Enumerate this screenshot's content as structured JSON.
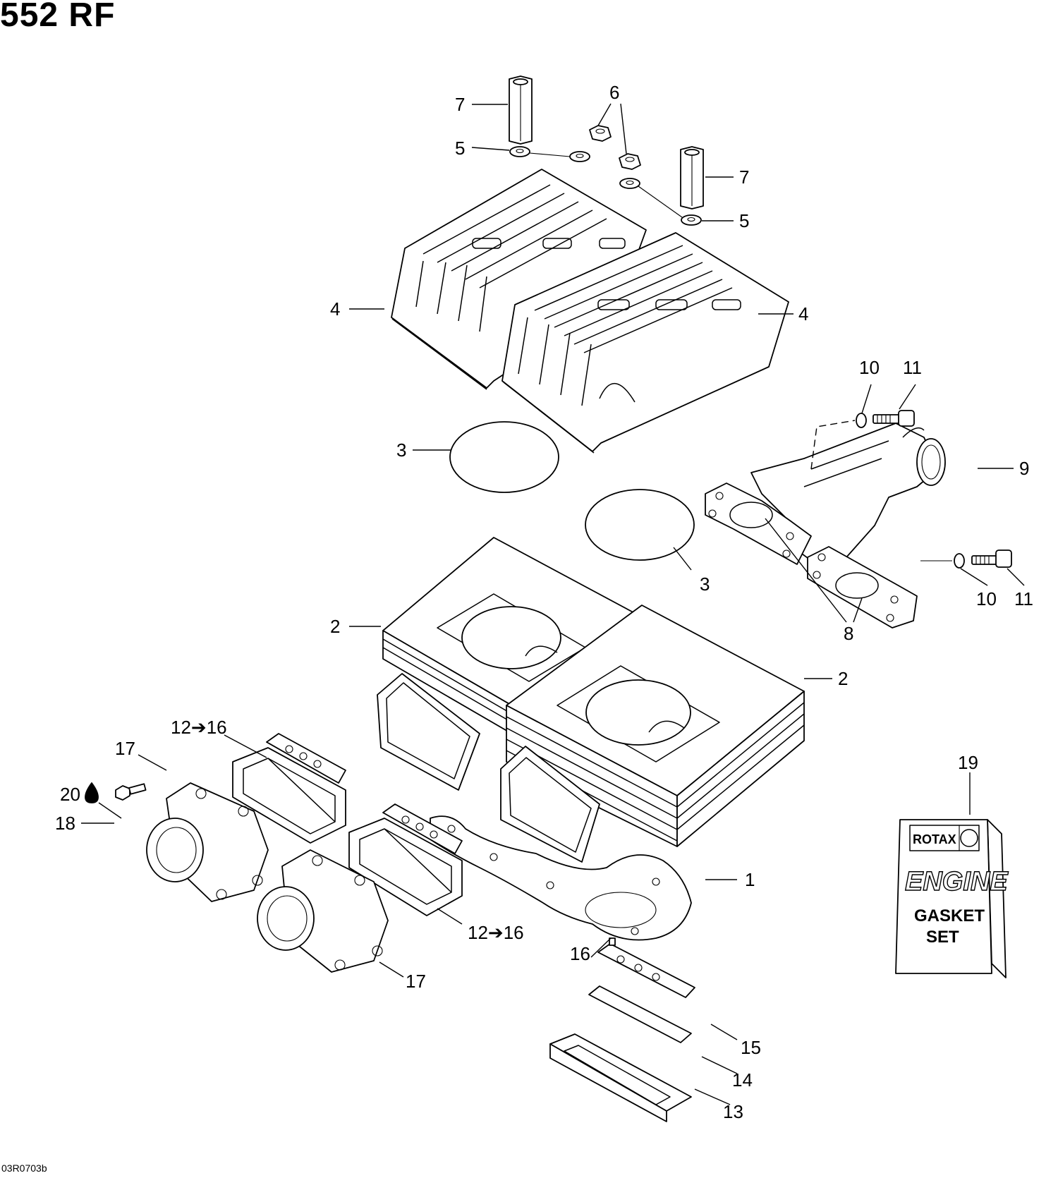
{
  "title": "552 RF",
  "footer_code": "03R0703b",
  "callouts": {
    "c1": "1",
    "c2a": "2",
    "c2b": "2",
    "c3a": "3",
    "c3b": "3",
    "c4a": "4",
    "c4b": "4",
    "c5a": "5",
    "c5b": "5",
    "c6": "6",
    "c7a": "7",
    "c7b": "7",
    "c8": "8",
    "c9": "9",
    "c10a": "10",
    "c10b": "10",
    "c11a": "11",
    "c11b": "11",
    "c12a": "12➔16",
    "c12b": "12➔16",
    "c13": "13",
    "c14": "14",
    "c15": "15",
    "c16": "16",
    "c17a": "17",
    "c17b": "17",
    "c18": "18",
    "c19": "19",
    "c20": "20"
  },
  "gasket_kit": {
    "brand": "ROTAX",
    "line1": "ENGINE",
    "line2": "GASKET",
    "line3": "SET"
  },
  "icons": {
    "lubricant": "oil-drop-icon",
    "brand_logo": "bombardier-logo-icon"
  }
}
